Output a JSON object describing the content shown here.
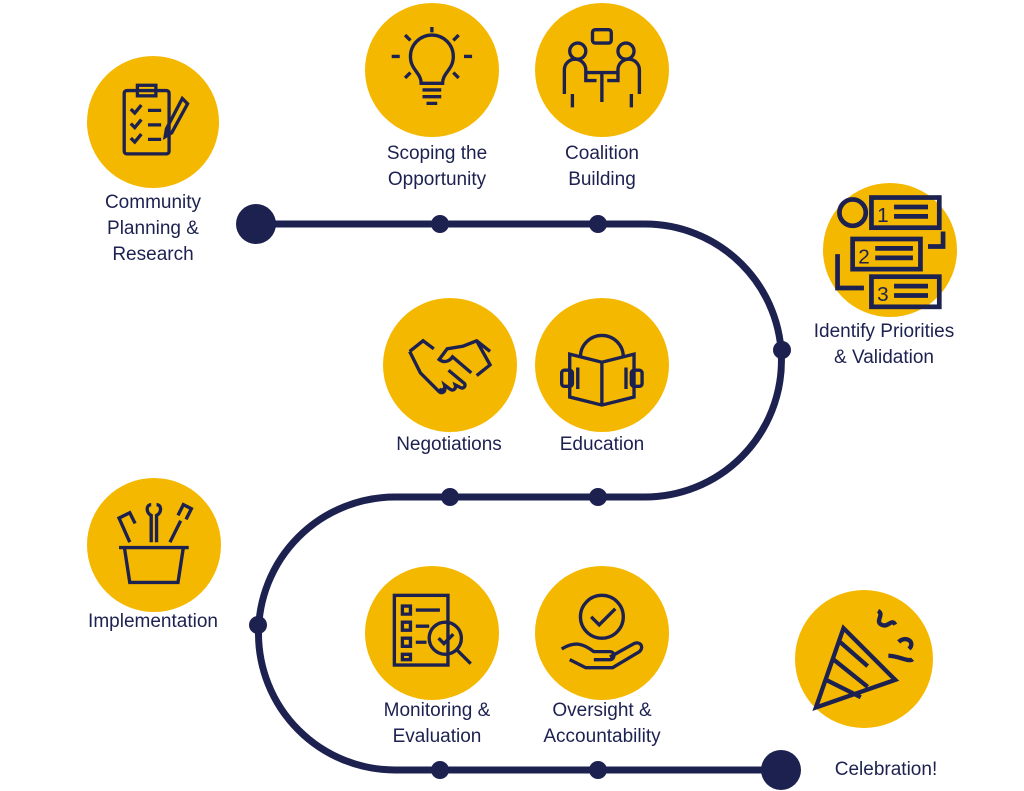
{
  "colors": {
    "accent": "#F5B800",
    "navy": "#1c2150"
  },
  "steps": [
    {
      "label1": "Community",
      "label2": "Planning &",
      "label3": "Research",
      "icon": "clipboard-checklist-icon"
    },
    {
      "label1": "Scoping the",
      "label2": "Opportunity",
      "icon": "lightbulb-icon"
    },
    {
      "label1": "Coalition",
      "label2": "Building",
      "icon": "meeting-table-icon"
    },
    {
      "label1": "Identify Priorities",
      "label2": "& Validation",
      "icon": "numbered-process-icon"
    },
    {
      "label1": "Negotiations",
      "icon": "handshake-icon"
    },
    {
      "label1": "Education",
      "icon": "reading-book-icon"
    },
    {
      "label1": "Implementation",
      "icon": "toolbox-icon"
    },
    {
      "label1": "Monitoring &",
      "label2": "Evaluation",
      "icon": "checklist-magnifier-icon"
    },
    {
      "label1": "Oversight &",
      "label2": "Accountability",
      "icon": "hand-check-icon"
    },
    {
      "label1": "Celebration!",
      "icon": "party-popper-icon"
    }
  ]
}
